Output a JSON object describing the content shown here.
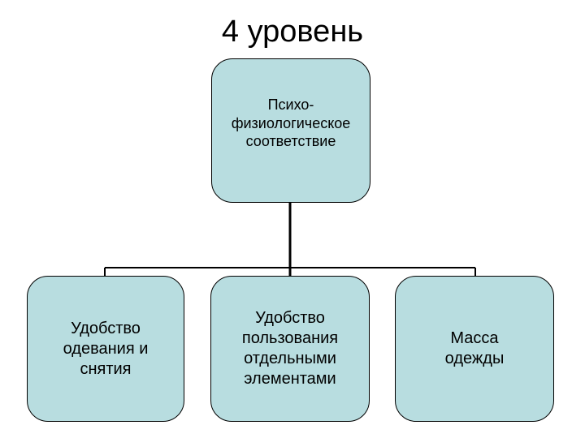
{
  "title": "4 уровень",
  "root": {
    "label": "Психо-\nфизиологическое\nсоответствие"
  },
  "children": [
    {
      "label": "Удобство\nодевания и\nснятия"
    },
    {
      "label": "Удобство\nпользования\nотдельными\nэлементами"
    },
    {
      "label": "Масса\nодежды"
    }
  ],
  "colors": {
    "node_fill": "#b8dde0",
    "stroke": "#000000"
  }
}
